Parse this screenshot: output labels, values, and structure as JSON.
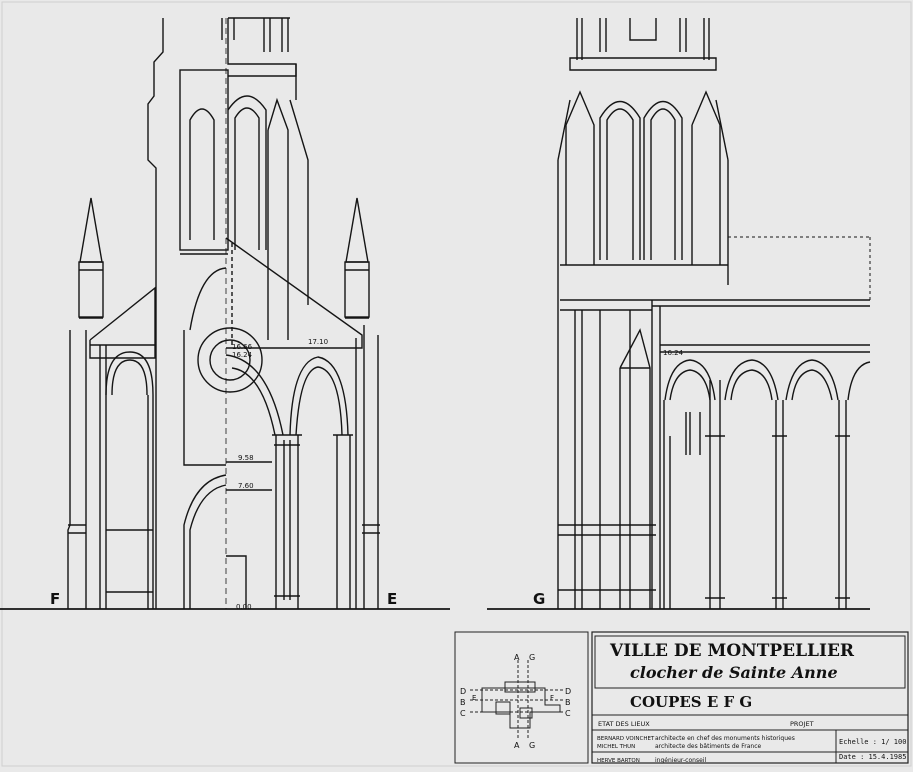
{
  "section_labels": {
    "f": "F",
    "e": "E",
    "g": "G"
  },
  "elevations": {
    "e1": "16.66",
    "e2": "16.24",
    "e3": "17.10",
    "e4": "9.58",
    "e5": "7.60",
    "e6": "0.00",
    "e7": "16.24"
  },
  "title_block": {
    "city": "VILLE DE MONTPELLIER",
    "building": "clocher de Sainte Anne",
    "sheet_title": "COUPES  E F G",
    "state_label": "ETAT DES LIEUX",
    "project_label": "PROJET",
    "architect1": "BERNARD VOINCHET",
    "architect2": "MICHEL THUN",
    "role1": "architecte en chef des monuments historiques",
    "role2": "architecte des bâtiments de France",
    "engineer": "HERVE BARTON",
    "engineer_role": "ingénieur-conseil",
    "scale": "Echelle : 1/ 100",
    "date": "Date : 15.4.1985"
  },
  "key_plan": {
    "label_a": "A",
    "label_b": "B",
    "label_c": "C",
    "label_d": "D",
    "label_e": "E",
    "label_f": "F",
    "label_g": "G"
  }
}
